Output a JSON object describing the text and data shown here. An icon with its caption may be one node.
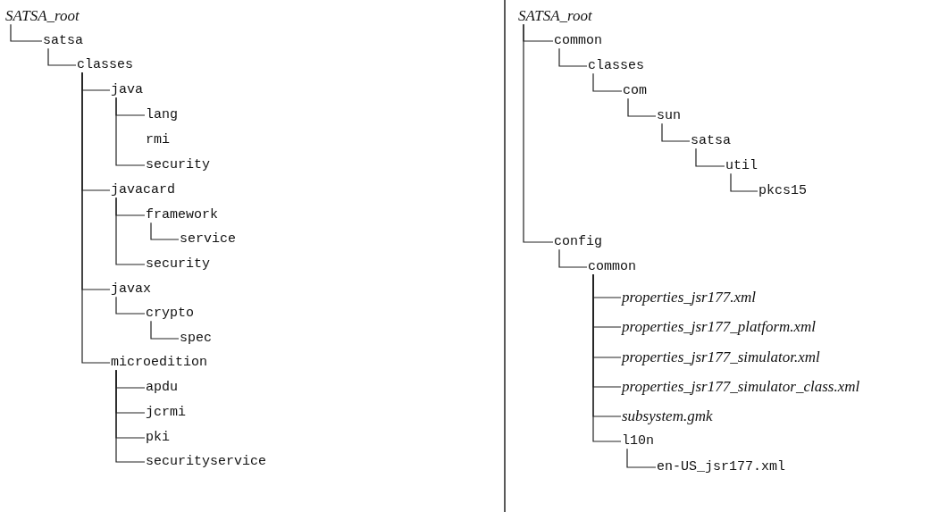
{
  "diagram": {
    "nodes": [
      {
        "text": [
          "SATSA_root"
        ]
      },
      {
        "text": [
          "satsa"
        ]
      },
      {
        "text": [
          "classes"
        ]
      },
      {
        "text": [
          "java"
        ]
      },
      {
        "text": [
          "lang"
        ]
      },
      {
        "text": [
          "rmi"
        ]
      },
      {
        "text": [
          "security"
        ]
      },
      {
        "text": [
          "javacard"
        ]
      },
      {
        "text": [
          "framework"
        ]
      },
      {
        "text": [
          "service"
        ]
      },
      {
        "text": [
          "security"
        ]
      },
      {
        "text": [
          "javax"
        ]
      },
      {
        "text": [
          "crypto"
        ]
      },
      {
        "text": [
          "spec"
        ]
      },
      {
        "text": [
          "microedition"
        ]
      },
      {
        "text": [
          "apdu"
        ]
      },
      {
        "text": [
          "jcrmi"
        ]
      },
      {
        "text": [
          "pki"
        ]
      },
      {
        "text": [
          "securityservice"
        ]
      },
      {
        "text": [
          "SATSA_root"
        ]
      },
      {
        "text": [
          "common"
        ]
      },
      {
        "text": [
          "classes"
        ]
      },
      {
        "text": [
          "com"
        ]
      },
      {
        "text": [
          "sun"
        ]
      },
      {
        "text": [
          "satsa"
        ]
      },
      {
        "text": [
          "util"
        ]
      },
      {
        "text": [
          "pkcs15"
        ]
      },
      {
        "text": [
          "config"
        ]
      },
      {
        "text": [
          "common"
        ]
      },
      {
        "text": [
          "properties_jsr177.xml"
        ]
      },
      {
        "text": [
          "properties_jsr177_platform.xml"
        ]
      },
      {
        "text": [
          "properties_jsr177_simulator.xml"
        ]
      },
      {
        "text": [
          "properties_jsr177_simulator_class.xml"
        ]
      },
      {
        "text": [
          "subsystem.gmk"
        ]
      },
      {
        "text": [
          "l10n"
        ]
      },
      {
        "text": [
          "en-US_jsr177.xml"
        ]
      }
    ],
    "edges": [
      {
        "from": 0,
        "to": 1,
        "arrow": "none"
      },
      {
        "from": 1,
        "to": 2,
        "arrow": "none"
      },
      {
        "from": 2,
        "to": 3,
        "arrow": "none"
      },
      {
        "from": 3,
        "to": 4,
        "arrow": "none"
      },
      {
        "from": 3,
        "to": 6,
        "arrow": "none"
      },
      {
        "from": 2,
        "to": 7,
        "arrow": "none"
      },
      {
        "from": 7,
        "to": 8,
        "arrow": "none"
      },
      {
        "from": 8,
        "to": 9,
        "arrow": "none"
      },
      {
        "from": 7,
        "to": 10,
        "arrow": "none"
      },
      {
        "from": 2,
        "to": 11,
        "arrow": "none"
      },
      {
        "from": 11,
        "to": 12,
        "arrow": "none"
      },
      {
        "from": 12,
        "to": 13,
        "arrow": "none"
      },
      {
        "from": 2,
        "to": 14,
        "arrow": "none"
      },
      {
        "from": 14,
        "to": 15,
        "arrow": "none"
      },
      {
        "from": 14,
        "to": 16,
        "arrow": "none"
      },
      {
        "from": 14,
        "to": 17,
        "arrow": "none"
      },
      {
        "from": 14,
        "to": 18,
        "arrow": "none"
      },
      {
        "from": 19,
        "to": 20,
        "arrow": "none"
      },
      {
        "from": 20,
        "to": 21,
        "arrow": "none"
      },
      {
        "from": 21,
        "to": 22,
        "arrow": "none"
      },
      {
        "from": 22,
        "to": 23,
        "arrow": "none"
      },
      {
        "from": 23,
        "to": 24,
        "arrow": "none"
      },
      {
        "from": 24,
        "to": 25,
        "arrow": "none"
      },
      {
        "from": 25,
        "to": 26,
        "arrow": "none"
      },
      {
        "from": 19,
        "to": 27,
        "arrow": "none"
      },
      {
        "from": 27,
        "to": 28,
        "arrow": "none"
      },
      {
        "from": 28,
        "to": 29,
        "arrow": "none"
      },
      {
        "from": 28,
        "to": 30,
        "arrow": "none"
      },
      {
        "from": 28,
        "to": 31,
        "arrow": "none"
      },
      {
        "from": 28,
        "to": 32,
        "arrow": "none"
      },
      {
        "from": 28,
        "to": 33,
        "arrow": "none"
      },
      {
        "from": 28,
        "to": 34,
        "arrow": "none"
      },
      {
        "from": 34,
        "to": 35,
        "arrow": "none"
      }
    ]
  }
}
